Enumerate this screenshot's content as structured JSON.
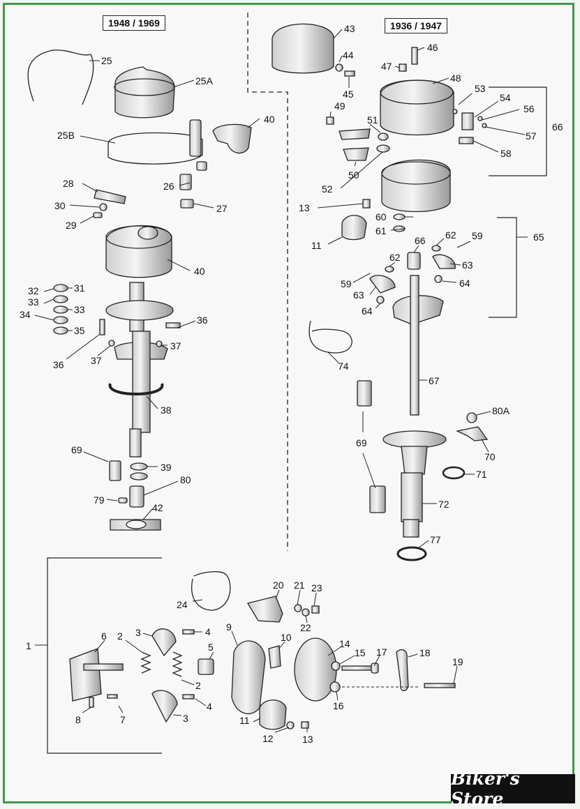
{
  "headers": {
    "left": "1948 / 1969",
    "right": "1936 / 1947"
  },
  "brand": "Biker's Store",
  "labels": {
    "l25": "25",
    "l25A": "25A",
    "l25B": "25B",
    "l40a": "40",
    "l26": "26",
    "l27": "27",
    "l28": "28",
    "l30": "30",
    "l29": "29",
    "l40b": "40",
    "l32": "32",
    "l31": "31",
    "l33a": "33",
    "l33b": "33",
    "l34": "34",
    "l35": "35",
    "l36a": "36",
    "l36b": "36",
    "l37a": "37",
    "l37b": "37",
    "l38": "38",
    "l69a": "69",
    "l39": "39",
    "l80": "80",
    "l79": "79",
    "l42": "42",
    "l43": "43",
    "l44": "44",
    "l45": "45",
    "l46": "46",
    "l47": "47",
    "l48": "48",
    "l49": "49",
    "l53": "53",
    "l54": "54",
    "l56": "56",
    "l57": "57",
    "l66": "66",
    "l51": "51",
    "l58": "58",
    "l50": "50",
    "l52": "52",
    "l13a": "13",
    "l60": "60",
    "l61": "61",
    "l11a": "11",
    "l62a": "62",
    "l59a": "59",
    "l65": "65",
    "l66b": "66",
    "l62b": "62",
    "l63a": "63",
    "l59b": "59",
    "l63b": "63",
    "l64a": "64",
    "l64b": "64",
    "l74": "74",
    "l67": "67",
    "l80A": "80A",
    "l69b": "69",
    "l70": "70",
    "l71": "71",
    "l72": "72",
    "l77": "77",
    "l1": "1",
    "l24": "24",
    "l20": "20",
    "l21": "21",
    "l23": "23",
    "l22": "22",
    "l6": "6",
    "l2a": "2",
    "l3a": "3",
    "l4a": "4",
    "l5": "5",
    "l9": "9",
    "l10": "10",
    "l14": "14",
    "l15": "15",
    "l17": "17",
    "l18": "18",
    "l19": "19",
    "l2b": "2",
    "l8": "8",
    "l7": "7",
    "l3b": "3",
    "l4b": "4",
    "l11b": "11",
    "l12": "12",
    "l13b": "13",
    "l16": "16"
  }
}
